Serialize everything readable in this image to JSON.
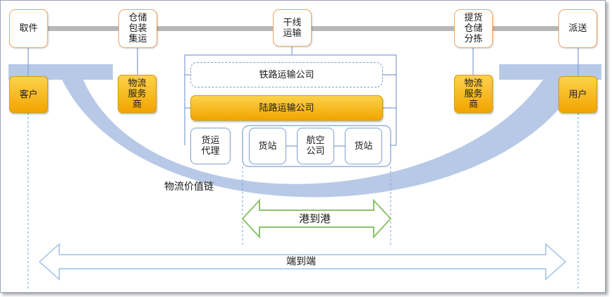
{
  "top_steps": {
    "pickup": "取件",
    "storage_pack": "仓储\n包装\n集运",
    "trunk": "干线\n运输",
    "pickup_storage_sort": "提货\n仓储\n分拣",
    "delivery": "派送"
  },
  "ends": {
    "customer": "客户",
    "user": "用户"
  },
  "providers": {
    "left": "物流\n服务\n商",
    "right": "物流\n服务\n商"
  },
  "carriers": {
    "rail": "铁路运输公司",
    "road": "陆路运输公司",
    "freight_agent": "货运\n代理",
    "station_left": "货站",
    "air_company": "航空\n公司",
    "station_right": "货站"
  },
  "labels": {
    "value_chain": "物流价值链",
    "port_to_port": "港到港",
    "end_to_end": "端到端"
  },
  "colors": {
    "gold": "#f2a500",
    "step_border": "#f0a868",
    "bracket_blue": "#7f9fd1",
    "value_band": "#b7c9e6",
    "port_arrow_green": "#8cc26a",
    "end_arrow_blue": "#9fc0e3",
    "timeline_gray": "#b8b8b8"
  }
}
